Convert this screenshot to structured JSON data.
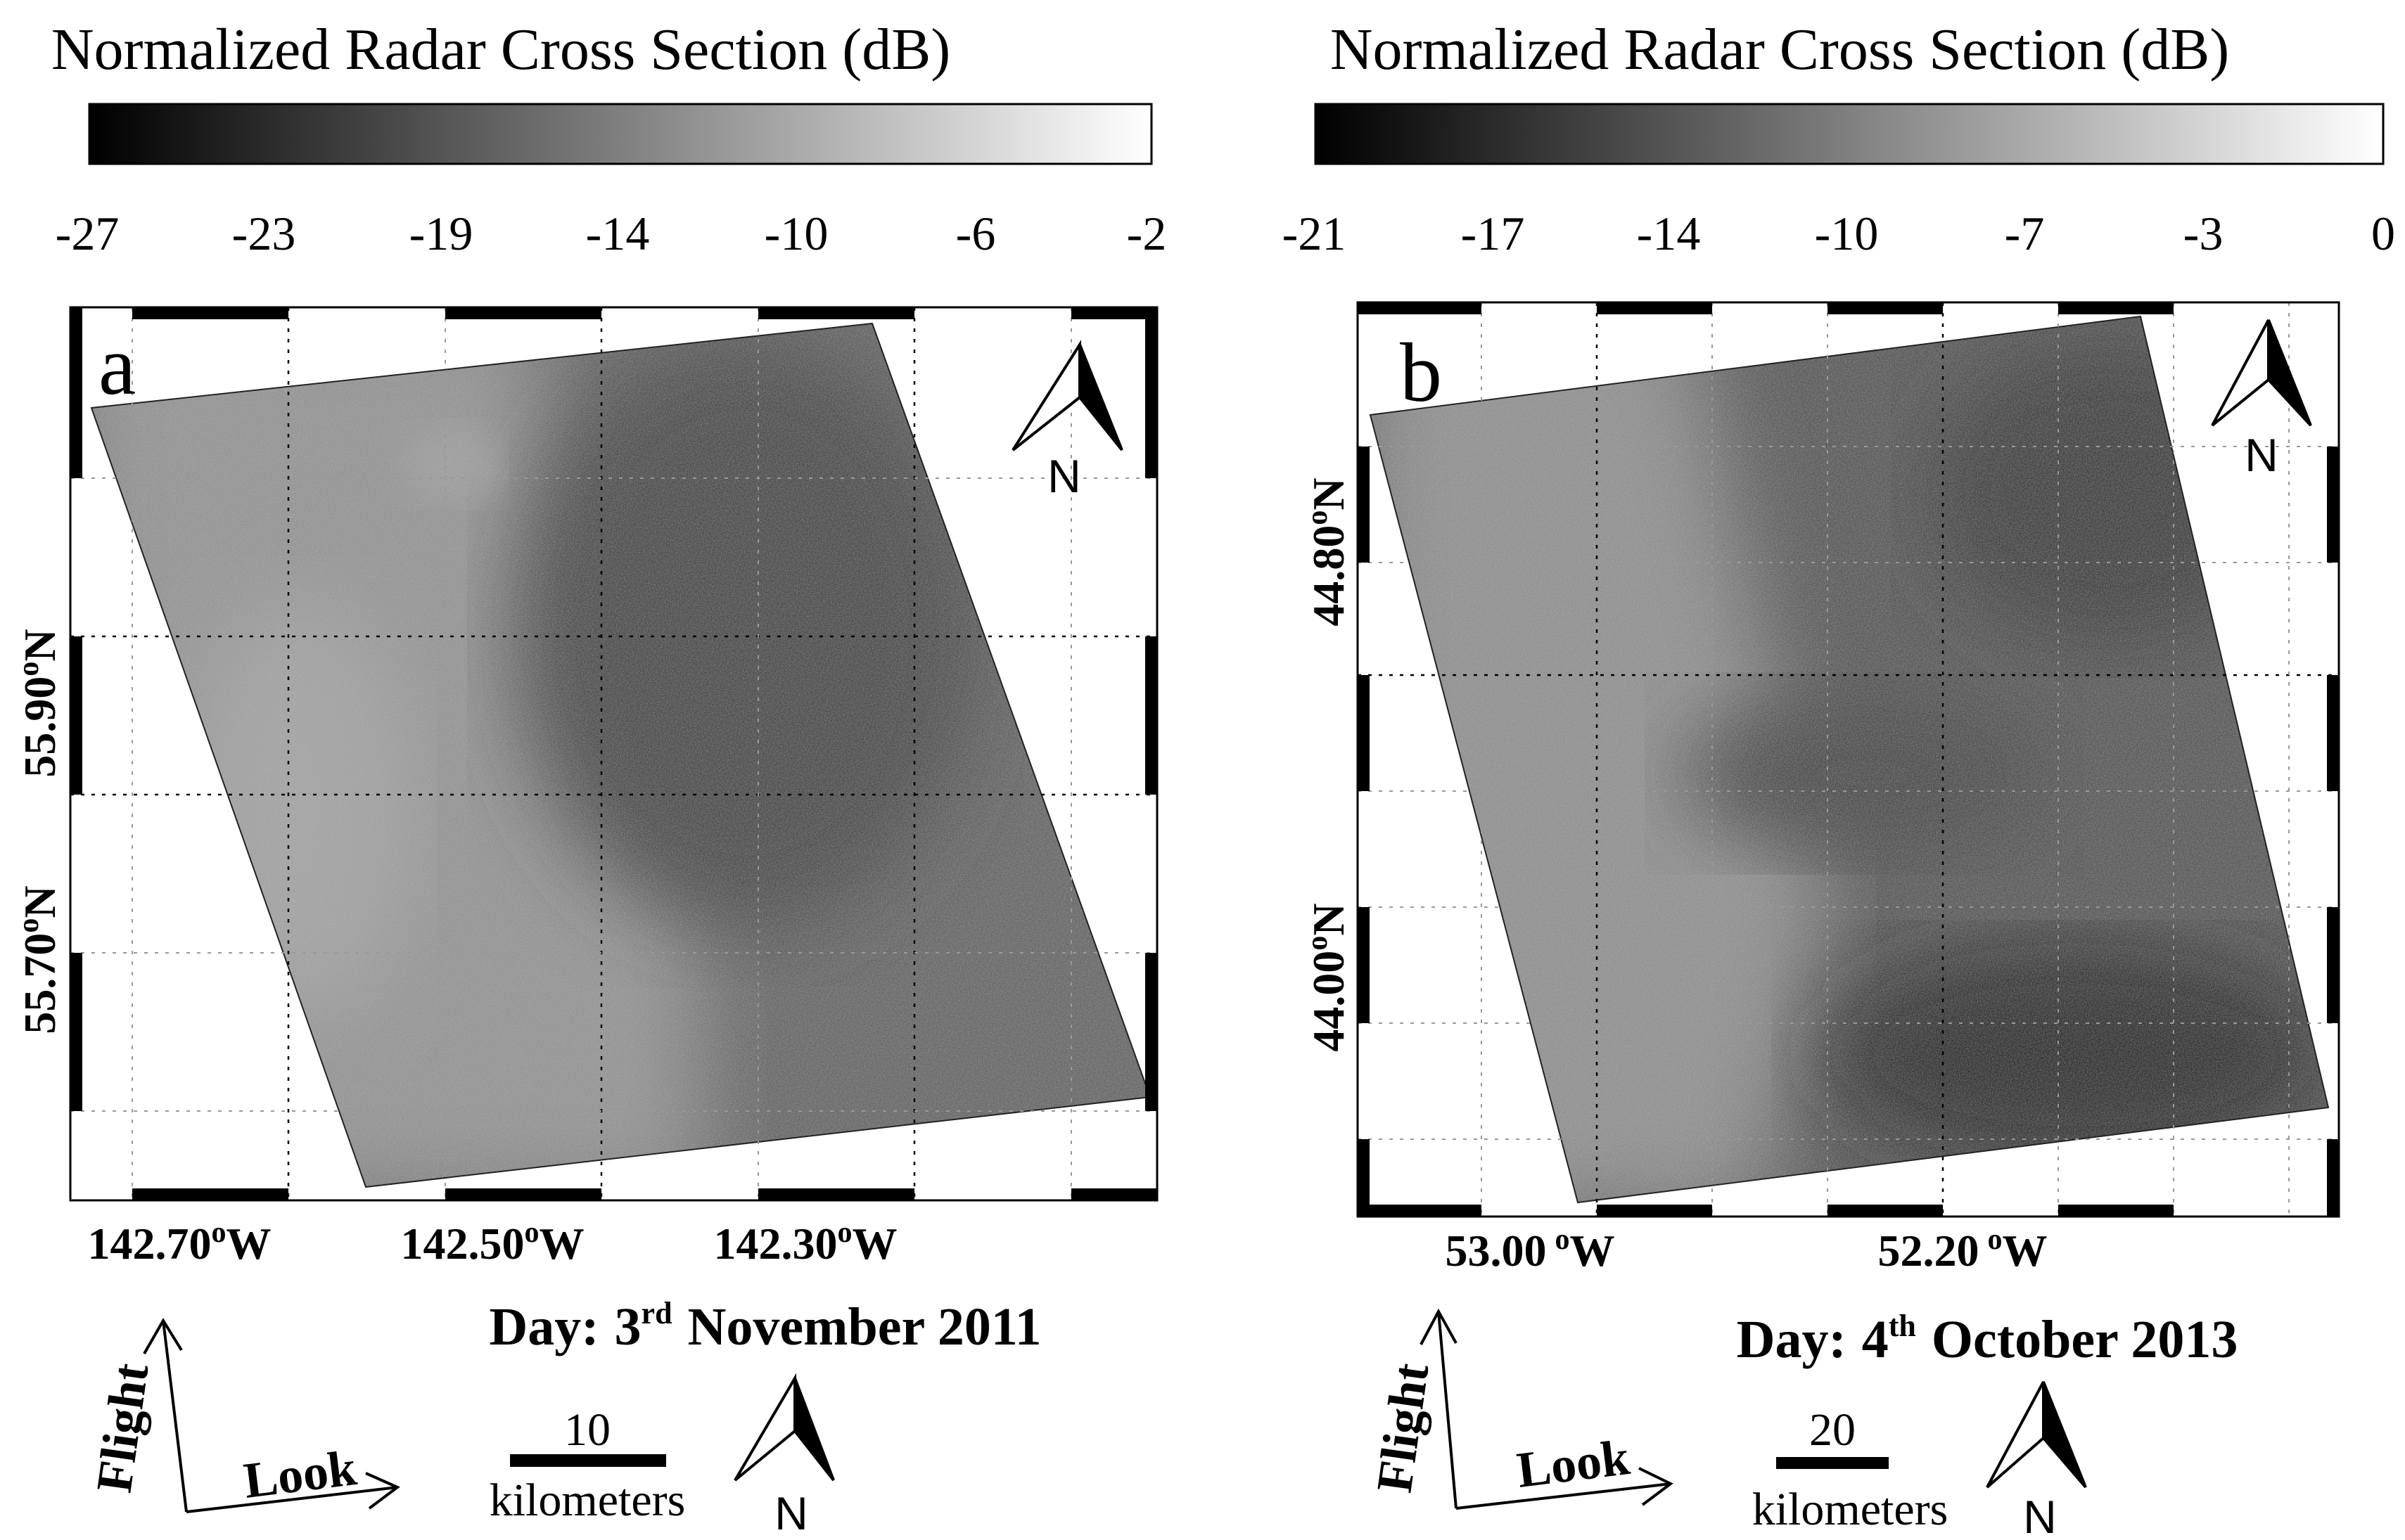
{
  "panels": [
    {
      "id": "a",
      "label": "a",
      "colorbar": {
        "title": "Normalized Radar Cross Section (dB)",
        "ticks": [
          "-27",
          "-23",
          "-19",
          "-14",
          "-10",
          "-6",
          "-2"
        ]
      },
      "lat_labels": [
        {
          "value": "55.90",
          "unit": "o",
          "hemi": "N"
        },
        {
          "value": "55.70",
          "unit": "o",
          "hemi": "N"
        }
      ],
      "lon_labels": [
        {
          "value": "142.70",
          "unit": "o",
          "hemi": "W"
        },
        {
          "value": "142.50",
          "unit": "o",
          "hemi": "W"
        },
        {
          "value": "142.30",
          "unit": "o",
          "hemi": "W"
        }
      ],
      "north_label": "N",
      "date": {
        "prefix": "Day:",
        "day": "3",
        "suffix": "rd",
        "rest": "November  2011"
      },
      "flight_label": "Flight",
      "look_label": "Look",
      "scale": {
        "value": "10",
        "unit": "kilometers"
      },
      "scale_north_label": "N"
    },
    {
      "id": "b",
      "label": "b",
      "colorbar": {
        "title": "Normalized Radar Cross Section (dB)",
        "ticks": [
          "-21",
          "-17",
          "-14",
          "-10",
          "-7",
          "-3",
          "0"
        ]
      },
      "lat_labels": [
        {
          "value": "44.80",
          "unit": "o",
          "hemi": "N"
        },
        {
          "value": "44.00",
          "unit": "o",
          "hemi": "N"
        }
      ],
      "lon_labels": [
        {
          "value": "53.00",
          "unit": "o",
          "hemi": "W"
        },
        {
          "value": "52.20",
          "unit": "o",
          "hemi": "W"
        }
      ],
      "north_label": "N",
      "date": {
        "prefix": "Day:",
        "day": "4",
        "suffix": "th",
        "rest": "October  2013"
      },
      "flight_label": "Flight",
      "look_label": "Look",
      "scale": {
        "value": "20",
        "unit": "kilometers"
      },
      "scale_north_label": "N"
    }
  ]
}
